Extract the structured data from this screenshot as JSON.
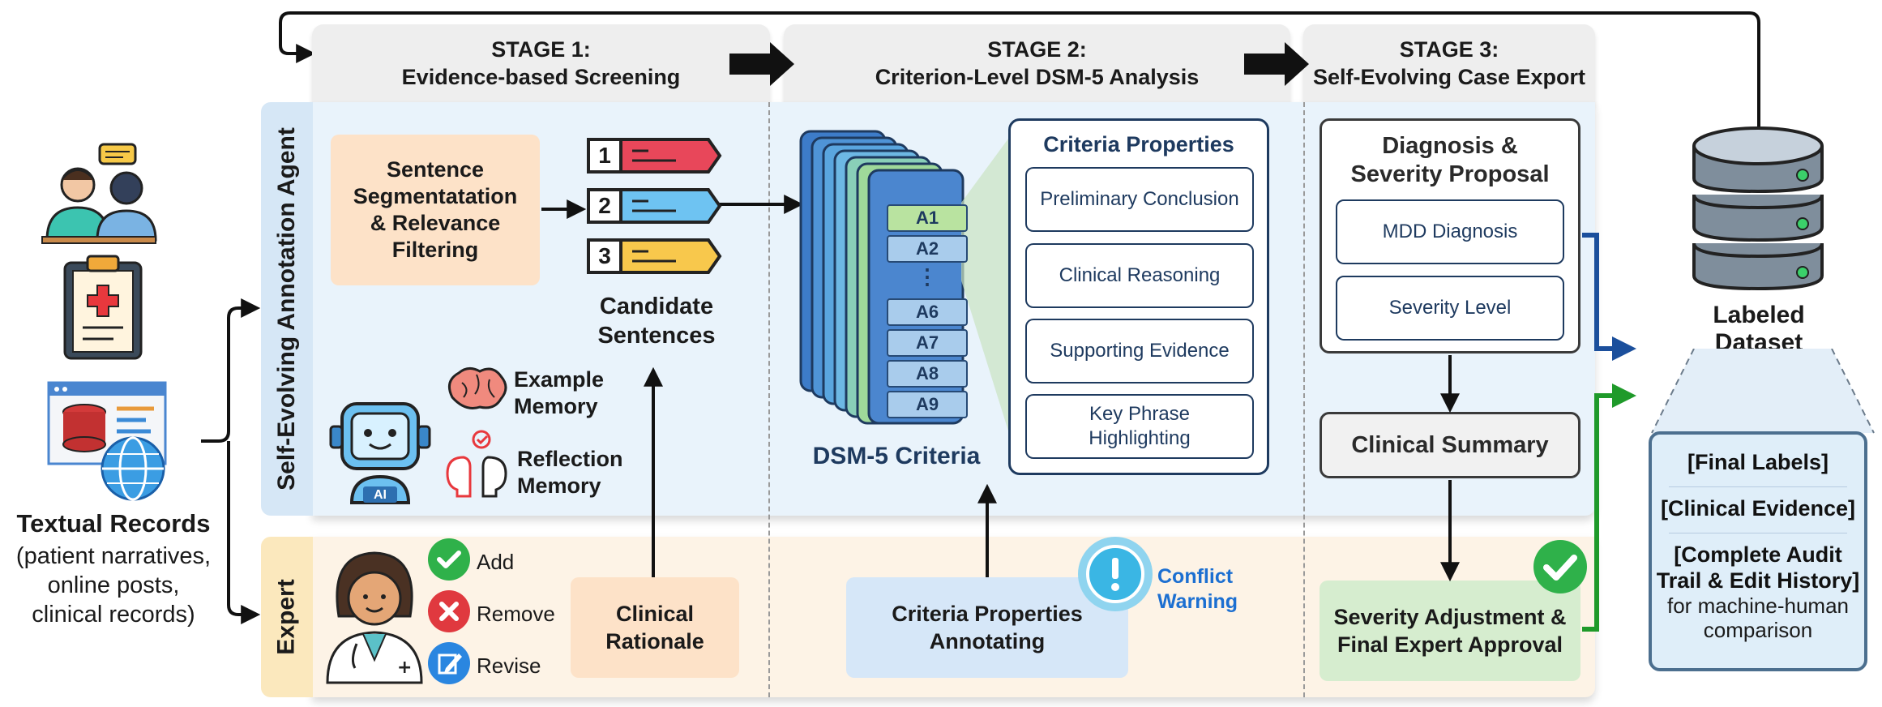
{
  "stages": [
    {
      "line1": "STAGE 1:",
      "line2": "Evidence-based Screening"
    },
    {
      "line1": "STAGE 2:",
      "line2": "Criterion-Level DSM-5 Analysis"
    },
    {
      "line1": "STAGE 3:",
      "line2": "Self-Evolving Case Export"
    }
  ],
  "side_labels": {
    "agent": "Self-Evolving Annotation Agent",
    "expert": "Expert"
  },
  "inputs": {
    "title": "Textual Records",
    "lines": [
      "(patient narratives,",
      "online posts,",
      "clinical records)"
    ]
  },
  "stage1": {
    "segmentation": [
      "Sentence",
      "Segmentatation",
      "& Relevance",
      "Filtering"
    ],
    "candidate_numbers": [
      "1",
      "2",
      "3"
    ],
    "candidate_title": [
      "Candidate",
      "Sentences"
    ],
    "example_memory": [
      "Example",
      "Memory"
    ],
    "reflection_memory": [
      "Reflection",
      "Memory"
    ],
    "robot_tag": "AI"
  },
  "stage2": {
    "criteria": [
      "A1",
      "A2",
      "⋮",
      "A6",
      "A7",
      "A8",
      "A9"
    ],
    "criteria_title": "DSM-5 Criteria",
    "properties_title": "Criteria Properties",
    "properties": [
      "Preliminary Conclusion",
      "Clinical Reasoning",
      "Supporting Evidence",
      "Key Phrase Highlighting"
    ]
  },
  "stage3": {
    "proposal_title": [
      "Diagnosis &",
      "Severity Proposal"
    ],
    "mdd": "MDD Diagnosis",
    "severity": "Severity Level",
    "summary": "Clinical Summary",
    "approval": [
      "Severity Adjustment &",
      "Final Expert Approval"
    ]
  },
  "expert": {
    "actions": [
      "Add",
      "Remove",
      "Revise"
    ],
    "rationale": [
      "Clinical",
      "Rationale"
    ],
    "annotating": [
      "Criteria Properties",
      "Annotating"
    ],
    "conflict": [
      "Conflict",
      "Warning"
    ]
  },
  "dataset": {
    "title": [
      "Labeled",
      "Dataset"
    ],
    "items": [
      "[Final Labels]",
      "[Clinical Evidence]",
      "[Complete Audit",
      "Trail & Edit History]"
    ],
    "note": [
      "for machine-human",
      "comparison"
    ]
  },
  "colors": {
    "stage_bg": "#eeeeee",
    "agent_bg": "#e9f3fb",
    "expert_bg": "#fdf3e6",
    "navy": "#1e3a5f",
    "green": "#1f9a2a",
    "blue_arrow": "#1b4f9c",
    "orange_box": "#fde2c8",
    "conflict_blue": "#1c6fd1"
  }
}
